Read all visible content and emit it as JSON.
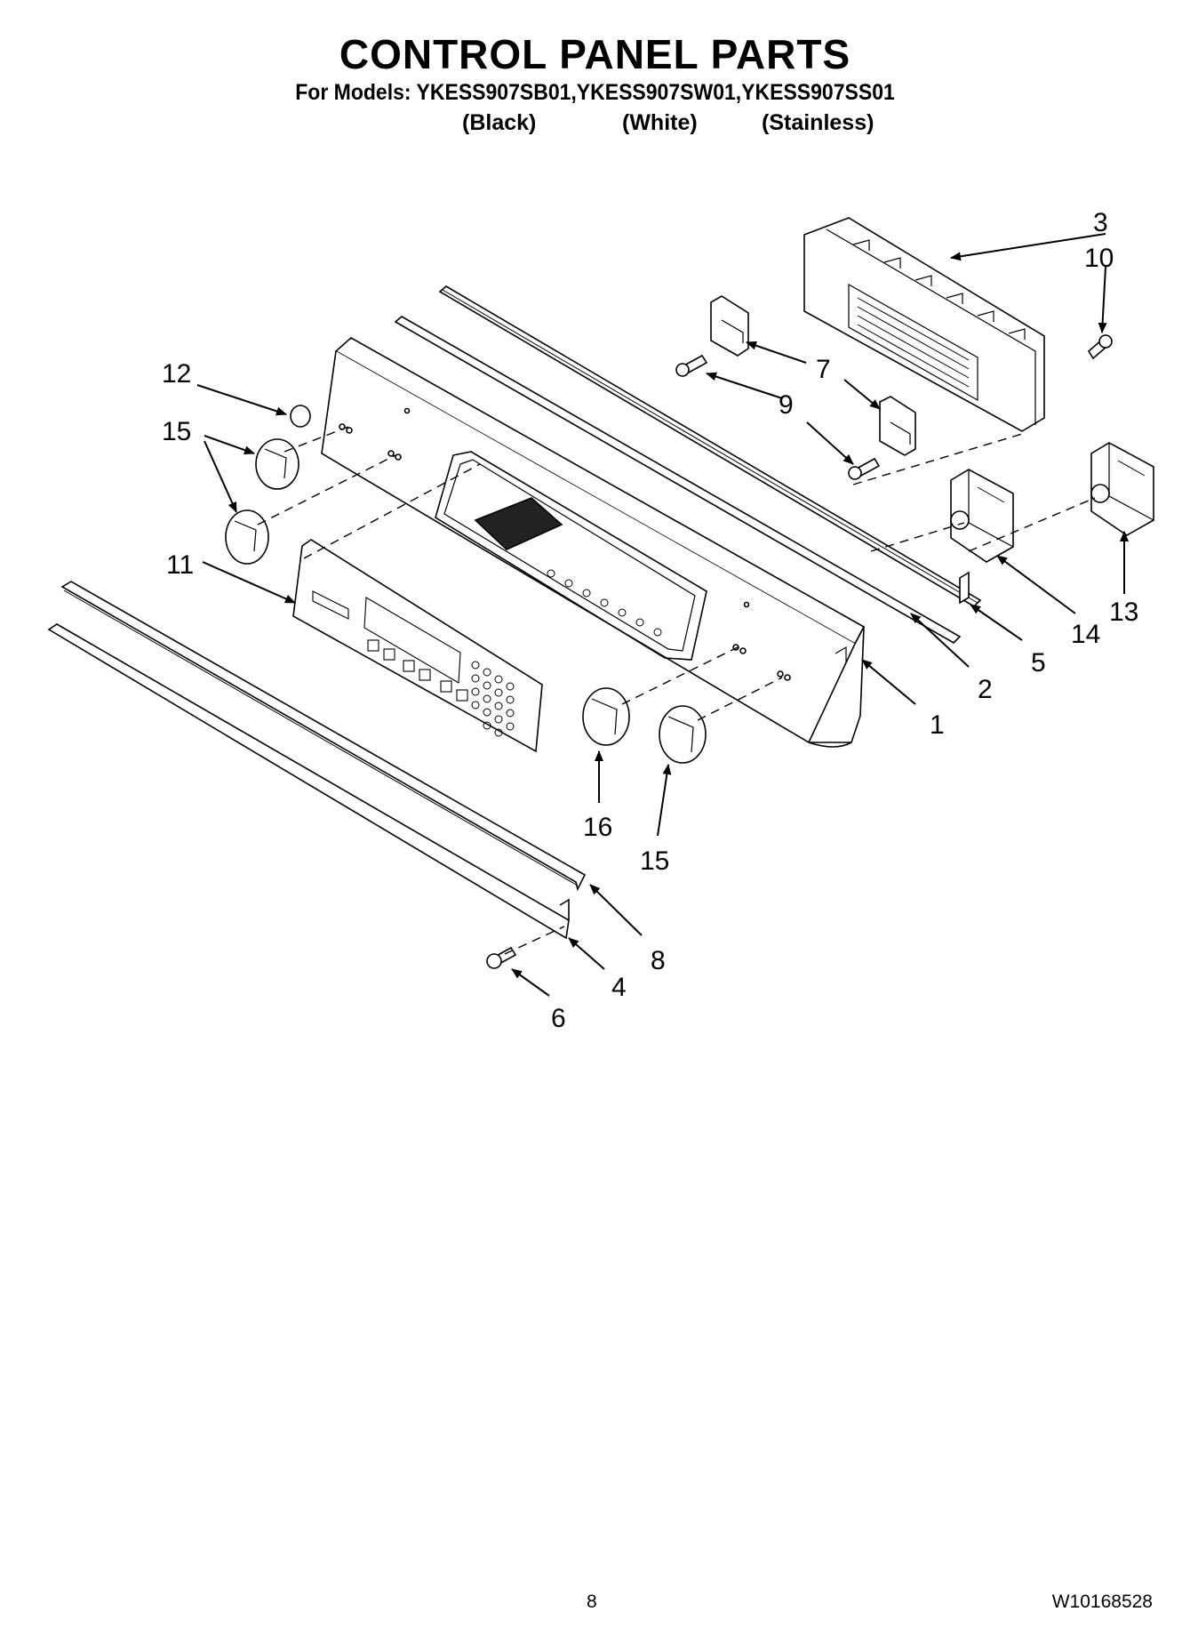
{
  "header": {
    "title": "CONTROL PANEL PARTS",
    "models": "For Models: YKESS907SB01,YKESS907SW01,YKESS907SS01",
    "finishes": [
      "(Black)",
      "(White)",
      "(Stainless)"
    ]
  },
  "callouts": {
    "c1": "1",
    "c2": "2",
    "c3": "3",
    "c4": "4",
    "c5": "5",
    "c6": "6",
    "c7": "7",
    "c8": "8",
    "c9": "9",
    "c10": "10",
    "c11": "11",
    "c12": "12",
    "c13": "13",
    "c14": "14",
    "c15a": "15",
    "c15b": "15",
    "c16": "16"
  },
  "footer": {
    "page": "8",
    "doc_number": "W10168528"
  }
}
